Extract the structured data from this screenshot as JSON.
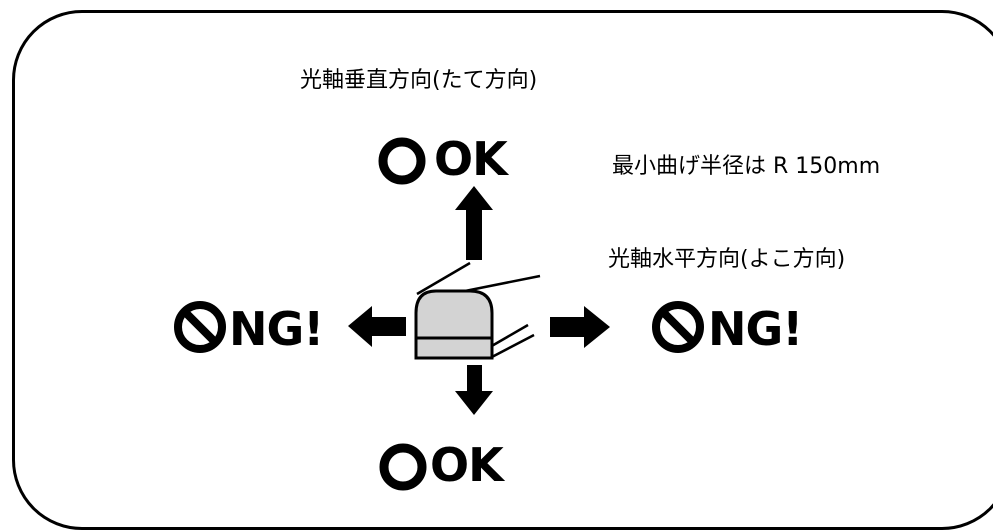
{
  "labels": {
    "vertical_direction": "光軸垂直方向(たて方向)",
    "horizontal_direction": "光軸水平方向(よこ方向)",
    "min_bend_radius": "最小曲げ半径は R 150mm"
  },
  "verdicts": {
    "up": "OK",
    "down": "OK",
    "left": "NG!",
    "right": "NG!"
  },
  "colors": {
    "line": "#000000",
    "connector_fill": "#d3d3d3",
    "background": "#ffffff"
  }
}
